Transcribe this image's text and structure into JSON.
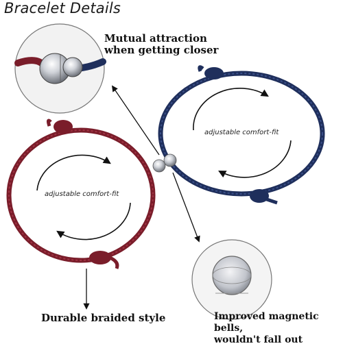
{
  "title": "Bracelet Details",
  "callouts": {
    "mutual_line1": "Mutual attraction",
    "mutual_line2": "when getting closer",
    "durable": "Durable braided style",
    "improved_line1": "Improved magnetic bells,",
    "improved_line2": "wouldn't fall out"
  },
  "fit_labels": {
    "blue": "adjustable comfort-fit",
    "red": "adjustable comfort-fit"
  },
  "colors": {
    "blue_cord": "#1f2f5c",
    "red_cord": "#7a1d2a",
    "magnet": "#c9ccd2"
  }
}
